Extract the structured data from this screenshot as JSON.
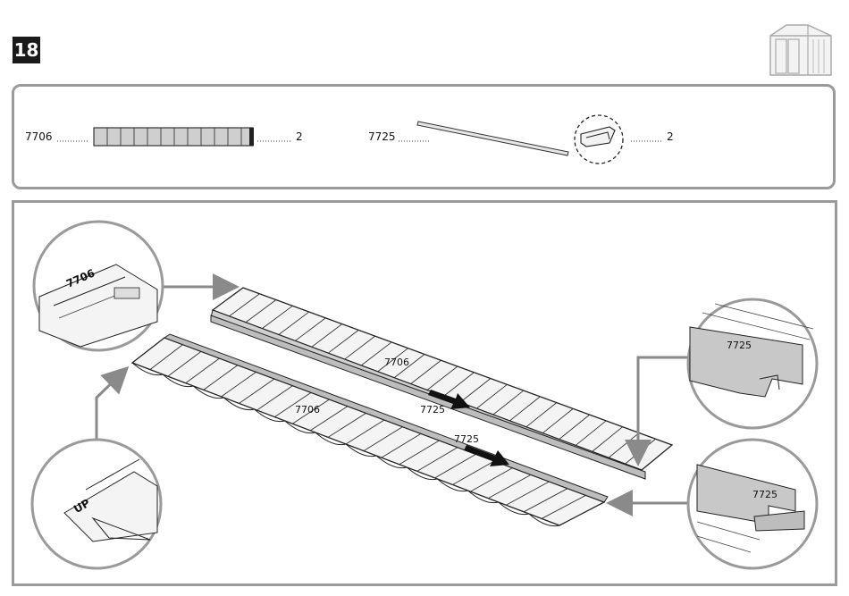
{
  "step": {
    "number": "18"
  },
  "icons": {
    "shed": "shed-icon"
  },
  "parts": [
    {
      "code": "7706",
      "quantity": "2"
    },
    {
      "code": "7725",
      "quantity": "2"
    }
  ],
  "callouts": {
    "panel_upper": "7706",
    "panel_lower": "7706",
    "rail_upper": "7725",
    "rail_lower": "7725",
    "detail_right_top": "7725",
    "detail_right_bottom": "7725",
    "detail_left_top": "7706",
    "detail_left_bottom": "UP"
  },
  "colors": {
    "frame": "#9a9a9a",
    "arrow": "#8a8a8a",
    "rail_fill": "#c8c8c8",
    "badge": "#1a1a1a"
  }
}
